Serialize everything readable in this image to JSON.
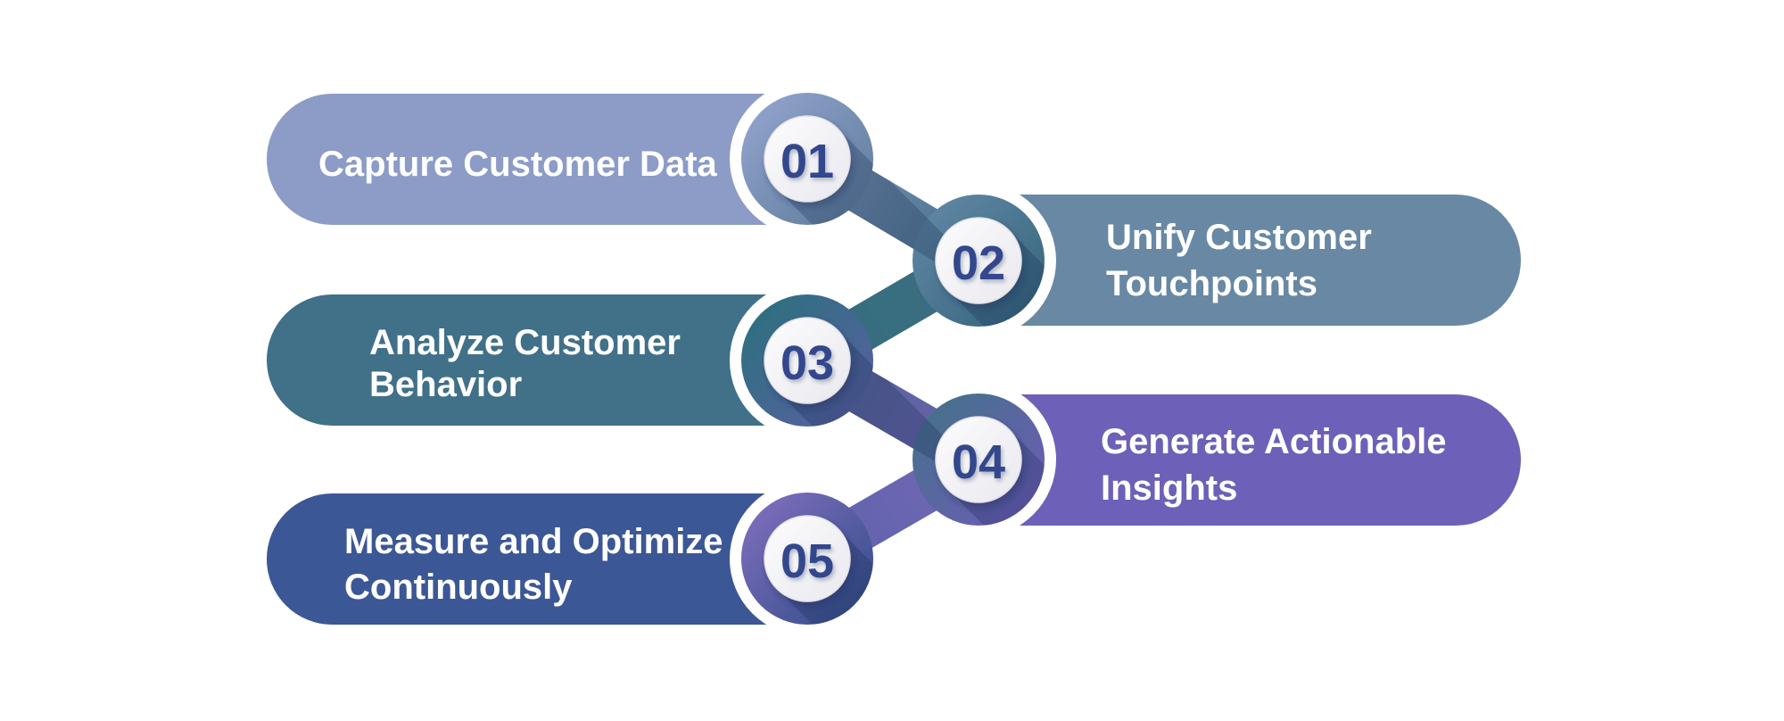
{
  "figure": {
    "background": "#ffffff",
    "label_color": "#ffffff",
    "number_color": "#31478C",
    "gap_color": "#ffffff"
  },
  "steps": [
    {
      "number": "01",
      "label": "Capture Customer Data",
      "lines": [
        "Capture Customer Data"
      ],
      "side": "left",
      "pill_color": "#8C9CC7",
      "ring_from": "#8FA0CA",
      "ring_to": "#62809F"
    },
    {
      "number": "02",
      "label": "Unify Customer Touchpoints",
      "lines": [
        "Unify Customer",
        "Touchpoints"
      ],
      "side": "right",
      "pill_color": "#6888A3",
      "ring_from": "#5E85A2",
      "ring_to": "#396880"
    },
    {
      "number": "03",
      "label": "Analyze Customer Behavior",
      "lines": [
        "Analyze Customer",
        "Behavior"
      ],
      "side": "left",
      "pill_color": "#417089",
      "ring_from": "#2F6F80",
      "ring_to": "#56619F"
    },
    {
      "number": "04",
      "label": "Generate Actionable Insights",
      "lines": [
        "Generate Actionable",
        "Insights"
      ],
      "side": "right",
      "pill_color": "#6C60B8",
      "ring_from": "#47708D",
      "ring_to": "#6C5DB5"
    },
    {
      "number": "05",
      "label": "Measure and Optimize Continuously",
      "lines": [
        "Measure and Optimize",
        "Continuously"
      ],
      "side": "left",
      "pill_color": "#3C5795",
      "ring_from": "#7A6CB9",
      "ring_to": "#39508E"
    }
  ],
  "connectors": [
    {
      "from": "01",
      "to": "02",
      "color_from": "#7E93B5",
      "color_to": "#44708A"
    },
    {
      "from": "02",
      "to": "03",
      "color_from": "#3F6B81",
      "color_to": "#317080"
    },
    {
      "from": "03",
      "to": "04",
      "color_from": "#4F6A92",
      "color_to": "#6E5EB2"
    },
    {
      "from": "04",
      "to": "05",
      "color_from": "#7467B5",
      "color_to": "#5E63AB"
    }
  ]
}
